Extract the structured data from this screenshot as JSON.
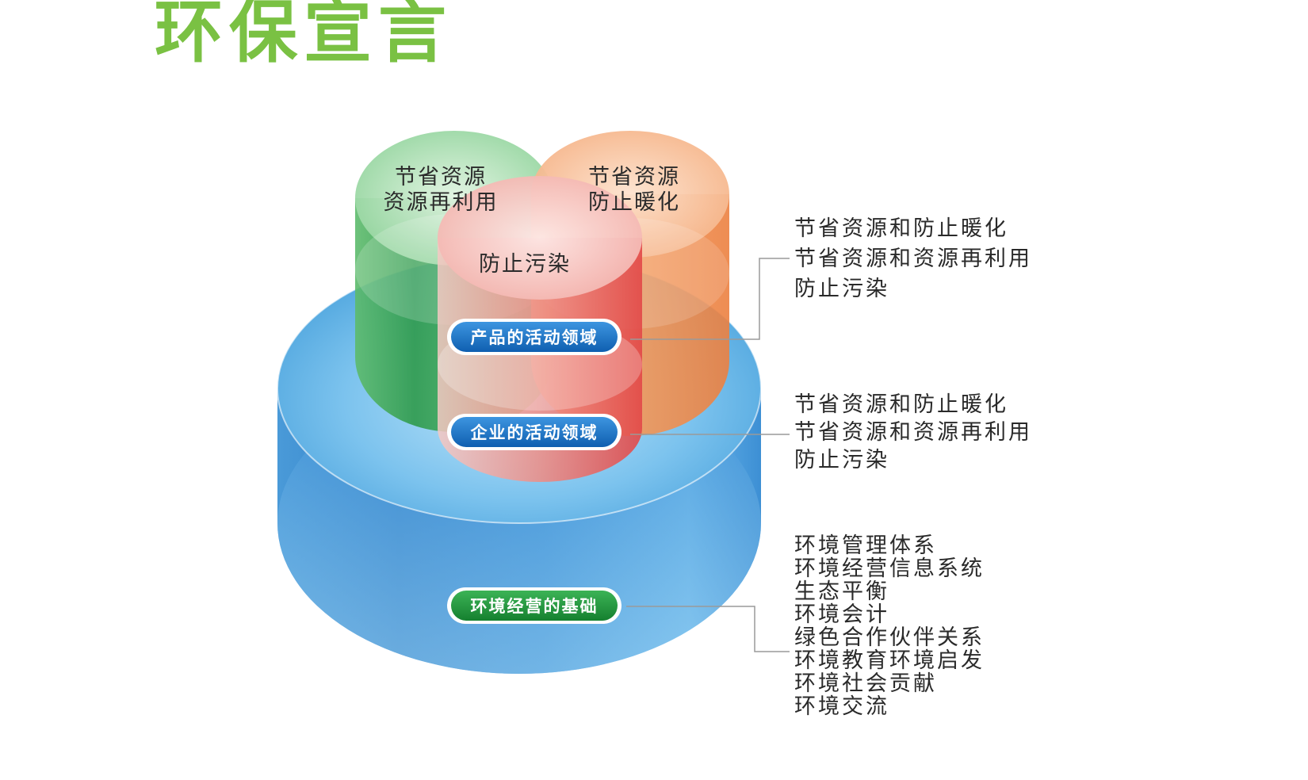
{
  "title": "环保宣言",
  "cylinders": {
    "green": {
      "line1": "节省资源",
      "line2": "资源再利用"
    },
    "orange": {
      "line1": "节省资源",
      "line2": "防止暖化"
    },
    "pink": {
      "label": "防止污染"
    }
  },
  "badges": {
    "product": "产品的活动领域",
    "enterprise": "企业的活动领域",
    "foundation": "环境经营的基础"
  },
  "lists": {
    "product": [
      "节省资源和防止暖化",
      "节省资源和资源再利用",
      "防止污染"
    ],
    "enterprise": [
      "节省资源和防止暖化",
      "节省资源和资源再利用",
      "防止污染"
    ],
    "foundation": [
      "环境管理体系",
      "环境经营信息系统",
      "生态平衡",
      "环境会计",
      "绿色合作伙伴关系",
      "环境教育环境启发",
      "环境社会贡献",
      "环境交流"
    ]
  },
  "colors": {
    "title": "#7ac143",
    "blue": "#3a8fd6",
    "green": "#3fae5a",
    "orange": "#ee8a4a",
    "pink": "#e85a5a",
    "badge_blue": "#1a73c8",
    "badge_green": "#1f9a3a"
  }
}
